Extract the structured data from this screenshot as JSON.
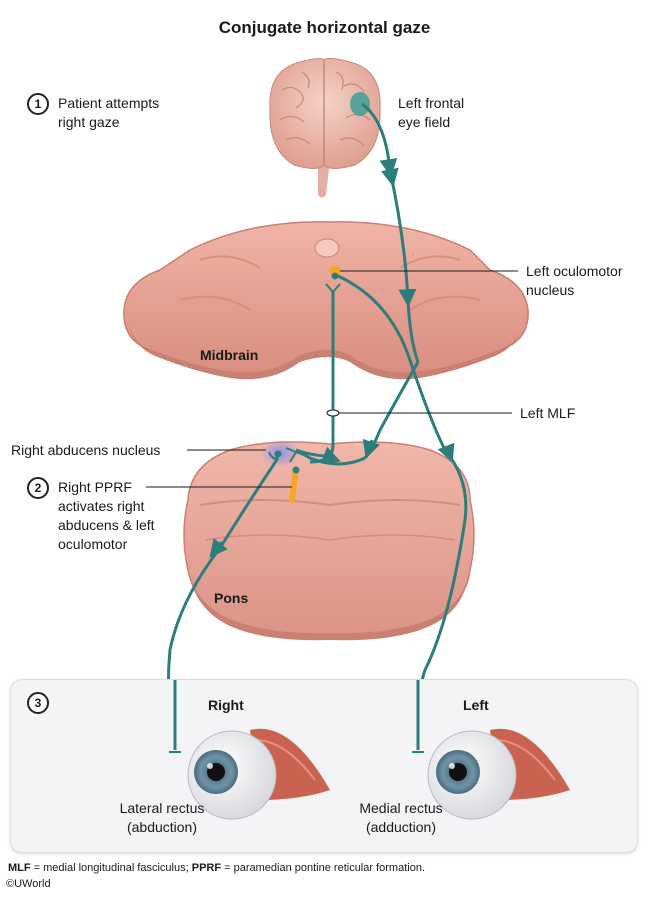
{
  "title": "Conjugate horizontal gaze",
  "steps": [
    {
      "number": "1",
      "text_line1": "Patient attempts",
      "text_line2": "right gaze"
    },
    {
      "number": "2",
      "text_line1": "Right PPRF",
      "text_line2": "activates right",
      "text_line3": "abducens & left",
      "text_line4": "oculomotor"
    },
    {
      "number": "3"
    }
  ],
  "labels": {
    "frontal_eye_field_line1": "Left frontal",
    "frontal_eye_field_line2": "eye field",
    "oculomotor_line1": "Left oculomotor",
    "oculomotor_line2": "nucleus",
    "midbrain": "Midbrain",
    "mlf": "Left MLF",
    "abducens": "Right abducens nucleus",
    "pons": "Pons"
  },
  "eyes": {
    "right": {
      "heading": "Right",
      "muscle_line1": "Lateral rectus",
      "muscle_line2": "(abduction)"
    },
    "left": {
      "heading": "Left",
      "muscle_line1": "Medial rectus",
      "muscle_line2": "(adduction)"
    }
  },
  "footnote": {
    "abbr1": "MLF",
    "def1": " = medial longitudinal fasciculus; ",
    "abbr2": "PPRF",
    "def2": " = paramedian pontine reticular formation."
  },
  "copyright": "©UWorld",
  "colors": {
    "pathway": "#2e7d7d",
    "tissue": "#e8a79a",
    "tissue_dark": "#d98d80",
    "nucleus": "#f5a623",
    "abducens_glow": "#8a8ff0"
  }
}
